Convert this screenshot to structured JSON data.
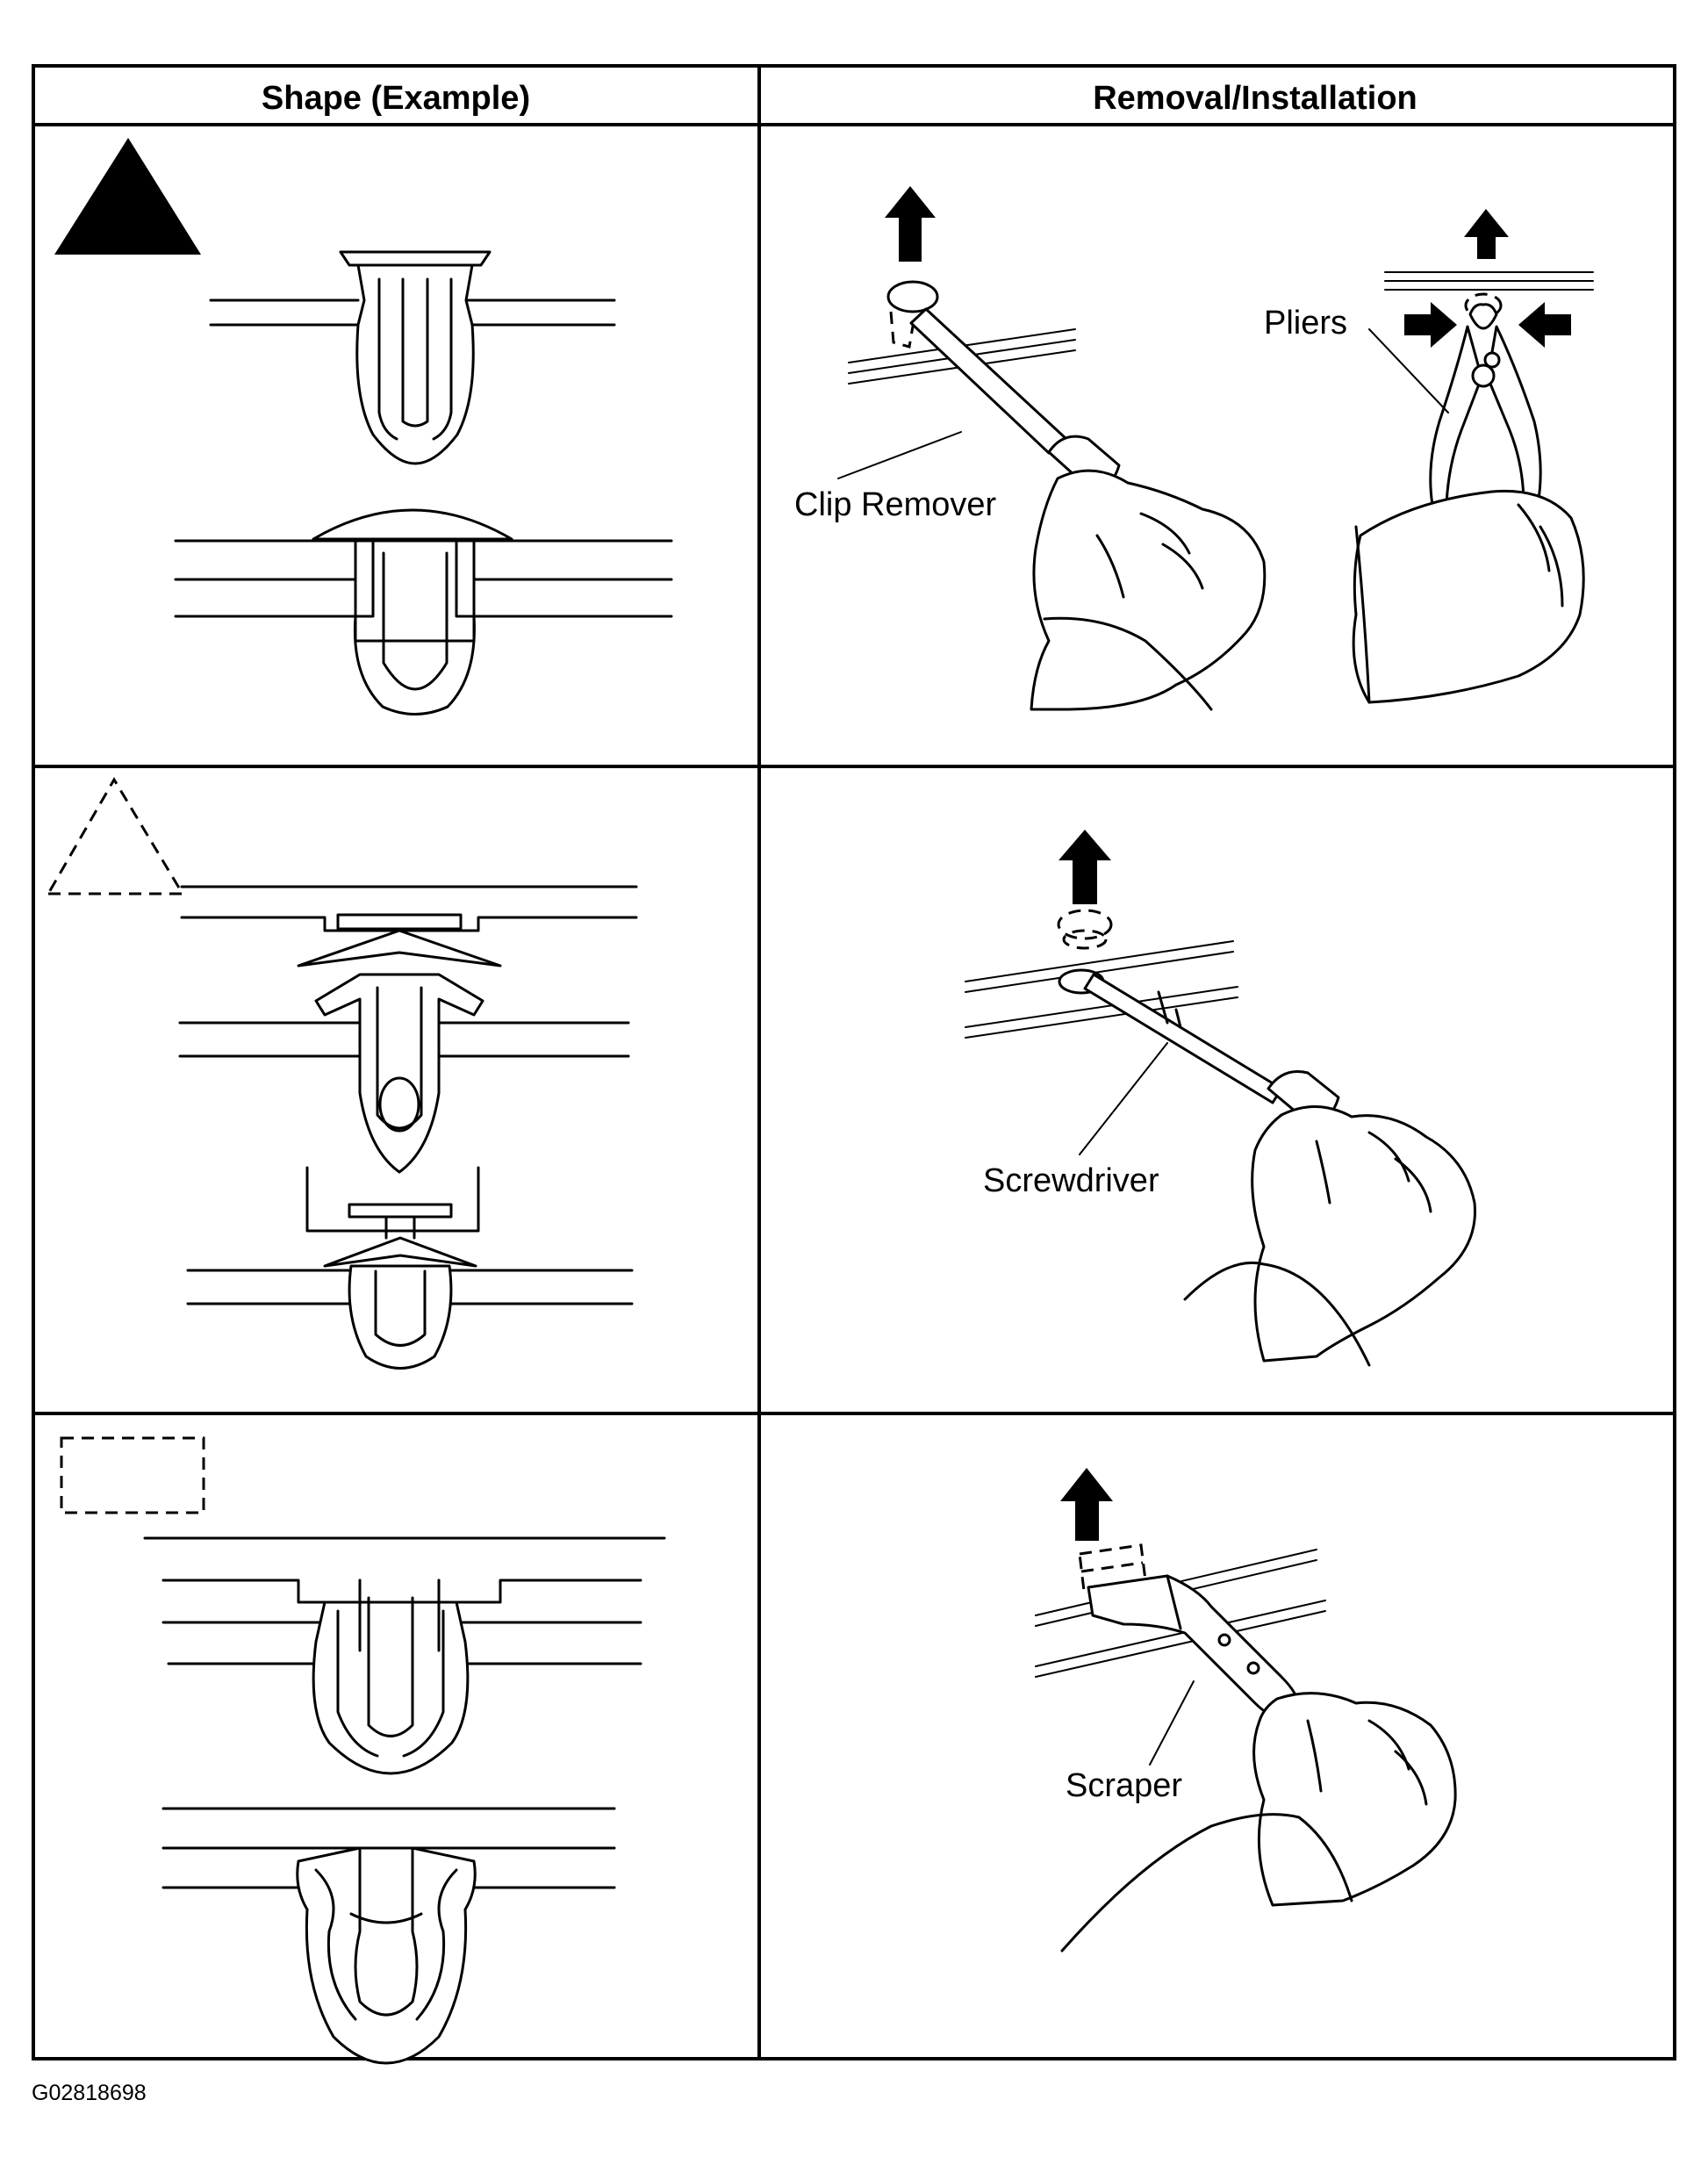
{
  "table": {
    "headers": [
      "Shape (Example)",
      "Removal/Installation"
    ],
    "rows": [
      {
        "shape_marker": "solid-triangle",
        "tools": [
          "Clip Remover",
          "Pliers"
        ]
      },
      {
        "shape_marker": "dashed-triangle",
        "tools": [
          "Screwdriver"
        ]
      },
      {
        "shape_marker": "dashed-rectangle",
        "tools": [
          "Scraper"
        ]
      }
    ]
  },
  "figure_code": "G02818698"
}
